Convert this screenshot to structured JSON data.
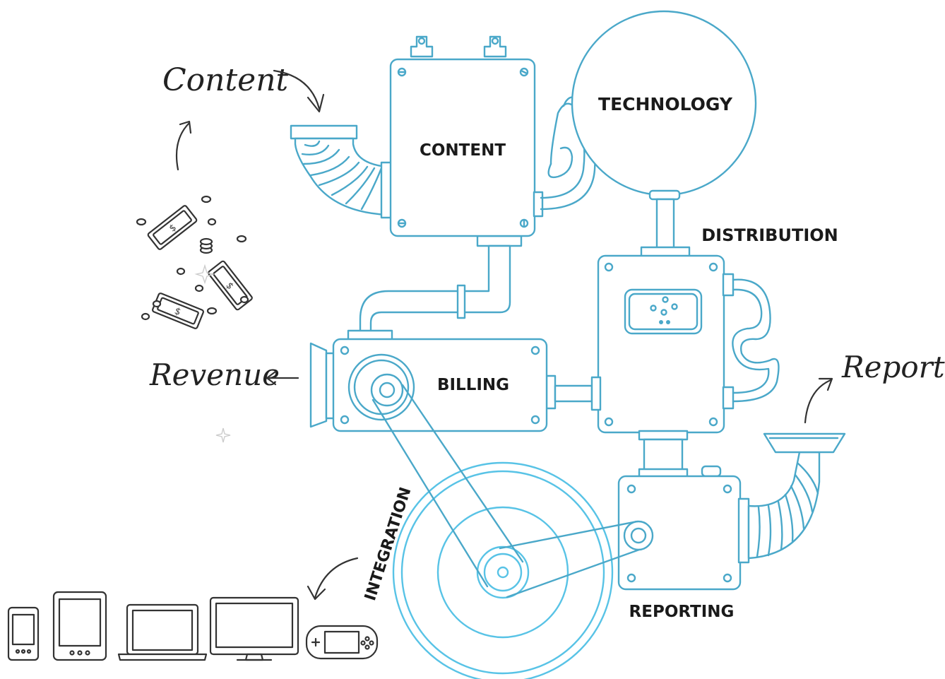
{
  "diagram": {
    "labels": {
      "content_box": "CONTENT",
      "technology": "TECHNOLOGY",
      "distribution": "DISTRIBUTION",
      "billing": "BILLING",
      "integration": "INTEGRATION",
      "reporting": "REPORTING"
    },
    "handwritten": {
      "content_input": "Content",
      "revenue_output": "Revenue",
      "reports_output": "Reports"
    },
    "devices": [
      "smartphone",
      "tablet",
      "laptop",
      "desktop-monitor",
      "handheld-game-console"
    ],
    "colors": {
      "machine_line": "#4aa8c9",
      "wheel_line": "#58c3e6",
      "ink": "#333333",
      "label_text": "#1a1a1a"
    }
  }
}
